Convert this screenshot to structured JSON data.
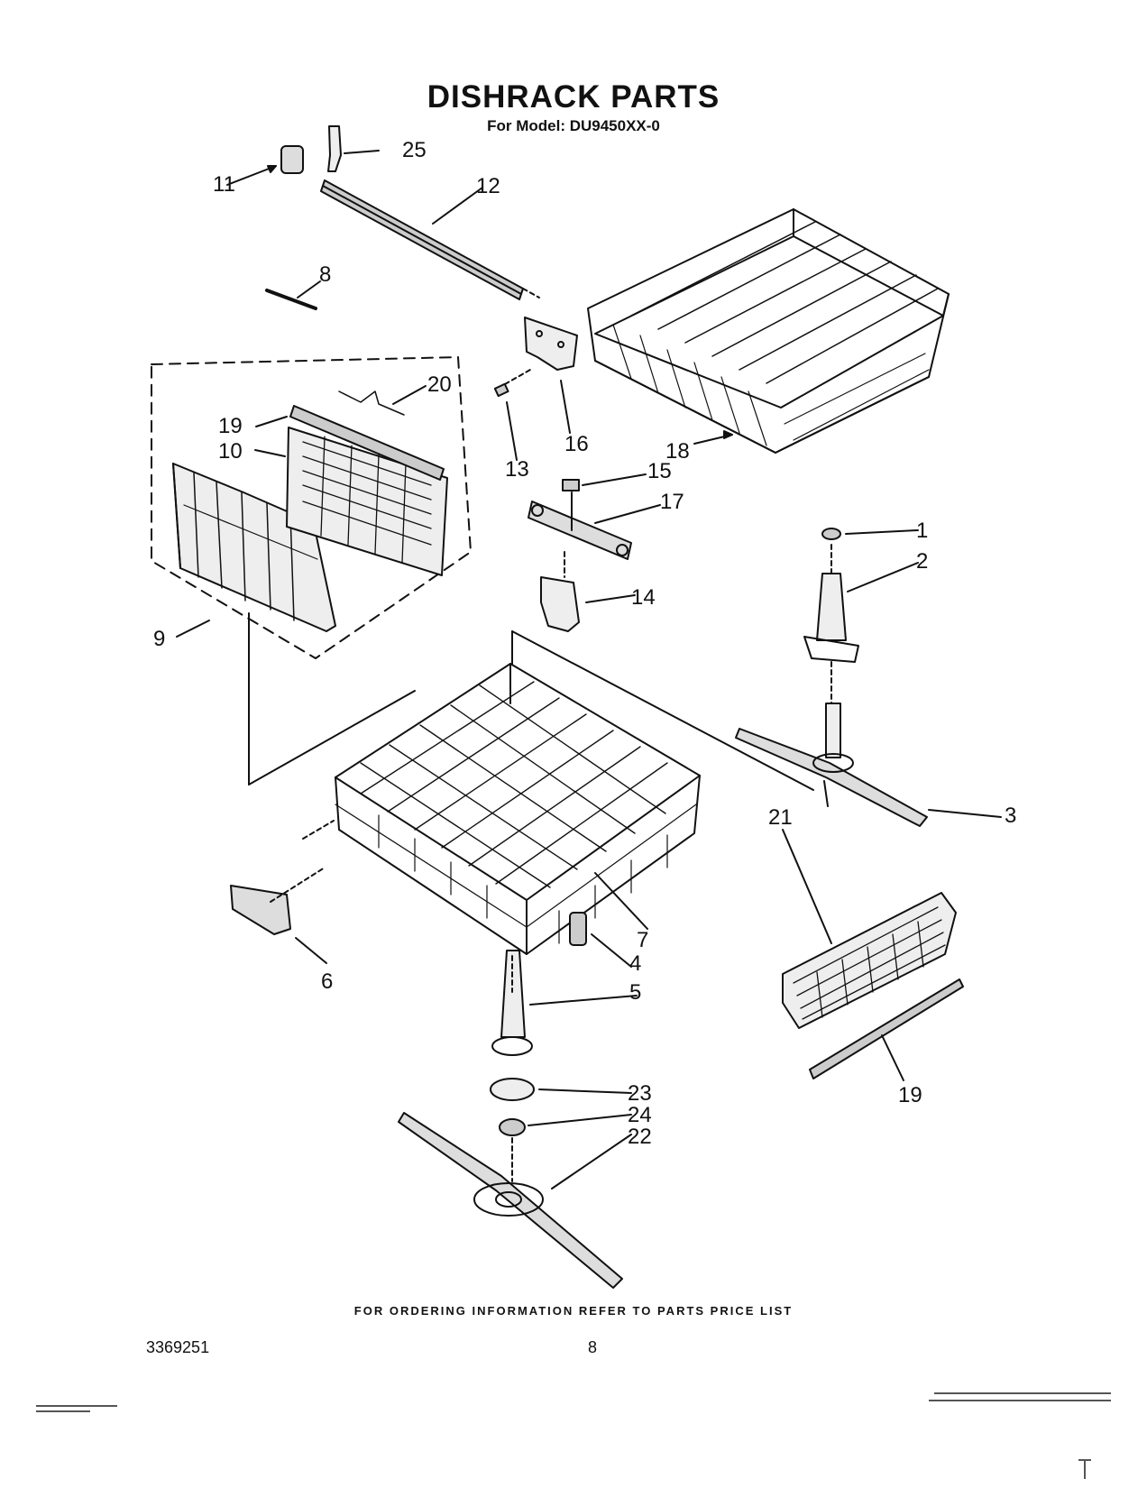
{
  "title": "DISHRACK PARTS",
  "subtitle": "For Model: DU9450XX-0",
  "callouts": [
    "1",
    "2",
    "3",
    "4",
    "5",
    "6",
    "7",
    "8",
    "9",
    "10",
    "11",
    "12",
    "13",
    "14",
    "15",
    "16",
    "17",
    "18",
    "19",
    "19",
    "20",
    "21",
    "22",
    "23",
    "24",
    "25"
  ],
  "footer_note": "FOR ORDERING INFORMATION REFER TO PARTS PRICE LIST",
  "doc_number": "3369251",
  "page_number": "8"
}
